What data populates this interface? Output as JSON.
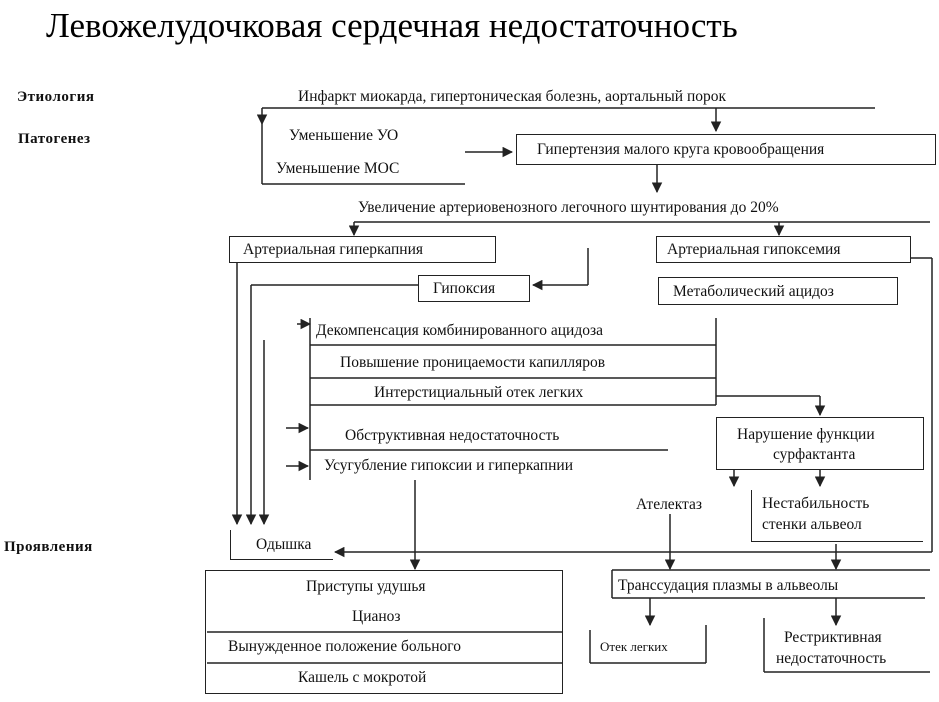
{
  "title": "Левожелудочковая сердечная недостаточность",
  "labels": {
    "etiology": "Этиология",
    "pathogenesis": "Патогенез",
    "manifestations": "Проявления"
  },
  "nodes": {
    "etiology_causes": "Инфаркт миокарда, гипертоническая болезнь, аортальный порок",
    "decreased_uo": "Уменьшение УО",
    "decreased_mos": "Уменьшение МОС",
    "pulmonary_hypertension": "Гипертензия малого круга кровообращения",
    "shunting": "Увеличение артериовенозного легочного шунтирования до 20%",
    "hypercapnia": "Артериальная гиперкапния",
    "hypoxemia": "Артериальная гипоксемия",
    "hypoxia": "Гипоксия",
    "metabolic_acidosis": "Метаболический ацидоз",
    "decompensation": "Декомпенсация комбинированного ацидоза",
    "permeability": "Повышение проницаемости капилляров",
    "interstitial_edema": "Интерстициальный отек легких",
    "obstructive": "Обструктивная недостаточность",
    "aggravation": "Усугубление гипоксии и гиперкапнии",
    "surfactant_line1": "Нарушение функции",
    "surfactant_line2": "сурфактанта",
    "atelectasis": "Ателектаз",
    "instability_line1": "Нестабильность",
    "instability_line2": "стенки альвеол",
    "dyspnea": "Одышка",
    "suffocation": "Приступы удушья",
    "cyanosis": "Цианоз",
    "forced_position": "Вынужденное положение больного",
    "cough": "Кашель с мокротой",
    "transudation": "Транссудация плазмы в альвеолы",
    "pulmonary_edema": "Отек легких",
    "restrictive_line1": "Рестриктивная",
    "restrictive_line2": "недостаточность"
  }
}
